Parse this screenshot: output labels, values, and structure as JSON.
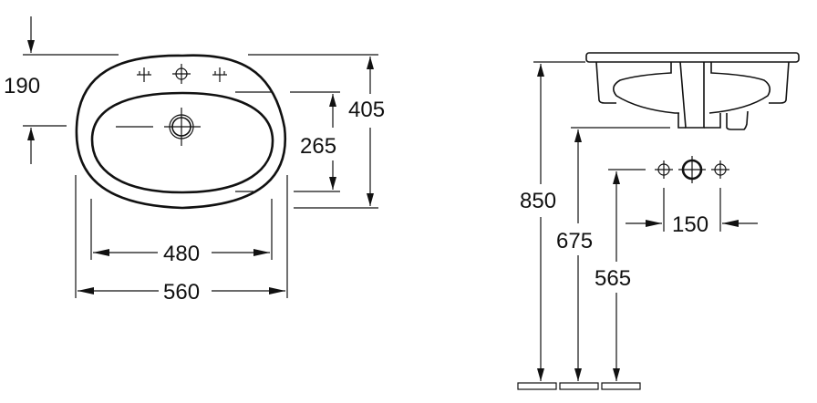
{
  "top_view": {
    "dimensions": {
      "overall_width": "560",
      "basin_width": "480",
      "overall_depth": "405",
      "basin_depth": "265",
      "tap_hole_to_waste": "190"
    }
  },
  "side_view": {
    "dimensions": {
      "rim_height": "850",
      "waste_height": "675",
      "supply_height": "565",
      "supply_spacing": "150"
    }
  }
}
